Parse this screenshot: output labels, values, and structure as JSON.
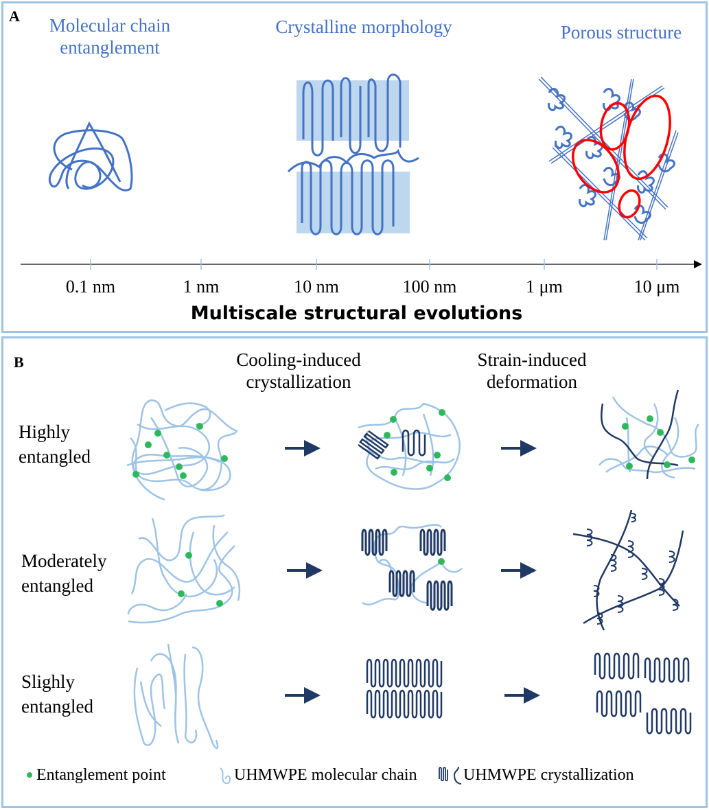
{
  "panel_a": {
    "letter": "A",
    "titles": {
      "chain_line1": "Molecular chain",
      "chain_line2": "entanglement",
      "crystalline": "Crystalline morphology",
      "porous": "Porous structure"
    },
    "axis": {
      "ticks": [
        "0.1 nm",
        "1 nm",
        "10 nm",
        "100 nm",
        "1 μm",
        "10 μm"
      ],
      "title": "Multiscale structural evolutions"
    }
  },
  "panel_b": {
    "letter": "B",
    "steps": {
      "cooling_line1": "Cooling-induced",
      "cooling_line2": "crystallization",
      "strain_line1": "Strain-induced",
      "strain_line2": "deformation"
    },
    "rows": [
      {
        "line1": "Highly",
        "line2": "entangled"
      },
      {
        "line1": "Moderately",
        "line2": "entangled"
      },
      {
        "line1": "Slighly",
        "line2": "entangled"
      }
    ],
    "legend": {
      "entanglement_point": "Entanglement point",
      "molecular_chain": "UHMWPE molecular chain",
      "crystallization": "UHMWPE crystallization"
    }
  },
  "colors": {
    "border": "#9dc3e6",
    "title_blue": "#4472c4",
    "chain_dark": "#4472c4",
    "chain_light": "#9dc3e6",
    "crystal_dark": "#1f3864",
    "entanglement_green": "#2eb85c",
    "pore_red": "#ff0000",
    "lamella_fill": "#bdd7ee",
    "arrow": "#1f3864"
  }
}
